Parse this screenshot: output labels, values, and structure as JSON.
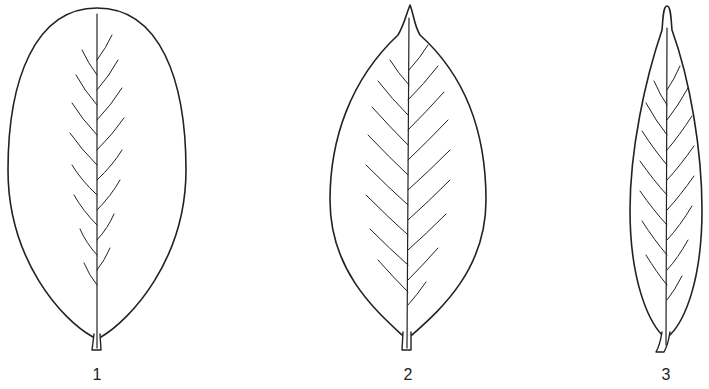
{
  "diagram": {
    "labels": [
      "1",
      "2",
      "3"
    ]
  }
}
